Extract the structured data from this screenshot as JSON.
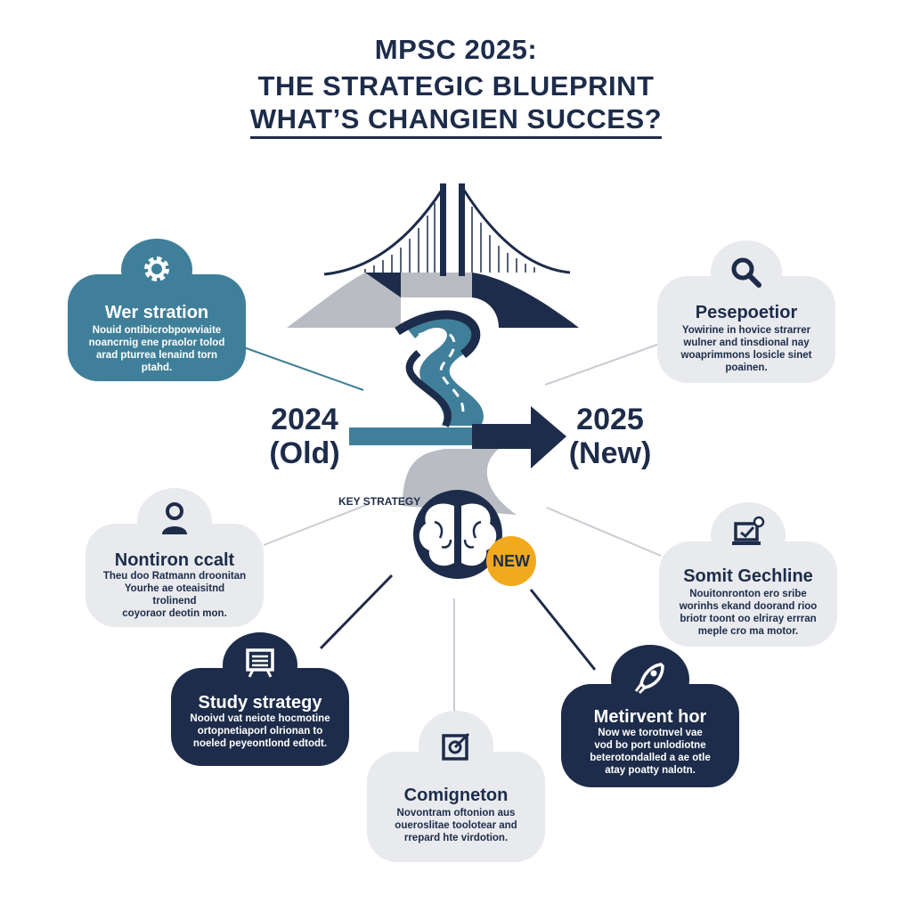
{
  "title": {
    "line1": "MPSC 2025:",
    "line2": "THE STRATEGIC BLUEPRINT",
    "line3": "WHAT’S CHANGIEN SUCCES?"
  },
  "timeline": {
    "old_year": "2024",
    "old_label": "(Old)",
    "new_year": "2025",
    "new_label": "(New)"
  },
  "center": {
    "key_label": "KEY STRATEGY",
    "badge": "NEW"
  },
  "colors": {
    "navy": "#1d2c4a",
    "teal": "#3f7f99",
    "light_gray": "#e8eaee",
    "mid_gray": "#b9bcc3",
    "accent_yellow": "#f2a91d"
  },
  "cards": {
    "wer_stration": {
      "icon": "gear-icon",
      "title": "Wer stration",
      "body": [
        "Nouid ontibicrobpowviaite",
        "noancrnig ene praolor tolod",
        "arad pturrea lenaind torn",
        "ptahd."
      ]
    },
    "pesepoetior": {
      "icon": "magnifier-icon",
      "title": "Pesepoetior",
      "body": [
        "Yowirine in hovice strarrer",
        "wulner and tinsdional nay",
        "woaprimmons losicle sinet",
        "poainen."
      ]
    },
    "nontiron_ccalt": {
      "icon": "person-icon",
      "title": "Nontiron ccalt",
      "body": [
        "Theu doo Ratmann droonitan",
        "Yourhe ae oteaisitnd trolinend",
        "coyoraor deotin mon."
      ]
    },
    "somit_gechline": {
      "icon": "laptop-check-icon",
      "title": "Somit Gechline",
      "body": [
        "Nouitonronton ero sribe",
        "worinhs ekand doorand rioo",
        "briotr toont oo elriray errran",
        "meple cro ma motor."
      ]
    },
    "study_strategy": {
      "icon": "list-board-icon",
      "title": "Study strategy",
      "body": [
        "Nooivd vat neiote hocmotine",
        "ortopnetiaporl olrionan to",
        "noeled peyeontlond edtodt."
      ]
    },
    "metirvent_hor": {
      "icon": "rocket-icon",
      "title": "Metirvent hor",
      "body": [
        "Now we torotnvel vae",
        "vod bo port unlodiotne",
        "beterotondalled a ae otle",
        "atay poatty nalotn."
      ]
    },
    "comigneton": {
      "icon": "target-icon",
      "title": "Comigneton",
      "body": [
        "Novontram oftonion aus",
        "oueroslitae toolotear and",
        "rrepard hte virdotion."
      ]
    }
  }
}
